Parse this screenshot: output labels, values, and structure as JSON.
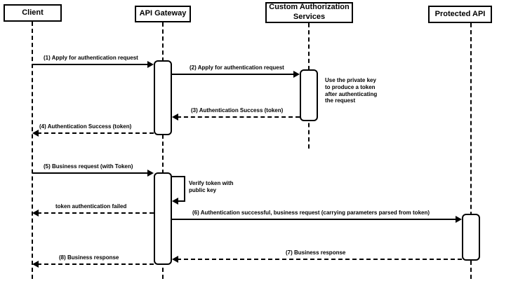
{
  "diagram": {
    "type": "sequence-diagram",
    "actors": {
      "client": "Client",
      "api_gateway": "API Gateway",
      "custom_auth": "Custom Authorization Services",
      "protected_api": "Protected API"
    },
    "messages": {
      "m1": "(1) Apply for authentication request",
      "m2": "(2) Apply for authentication request",
      "m3": "(3) Authentication Success (token)",
      "m4": "(4) Authentication Success (token)",
      "m5": "(5) Business request (with Token)",
      "self_verify": "Verify token with public key",
      "token_failed": "token authentication failed",
      "m6": "(6) Authentication successful, business request (carrying parameters parsed from token)",
      "m7": "(7) Business response",
      "m8": "(8) Business response"
    },
    "notes": {
      "private_key_note": "Use the private key to produce a token after authenticating the request"
    },
    "colors": {
      "line": "#000000",
      "background": "#ffffff"
    }
  }
}
